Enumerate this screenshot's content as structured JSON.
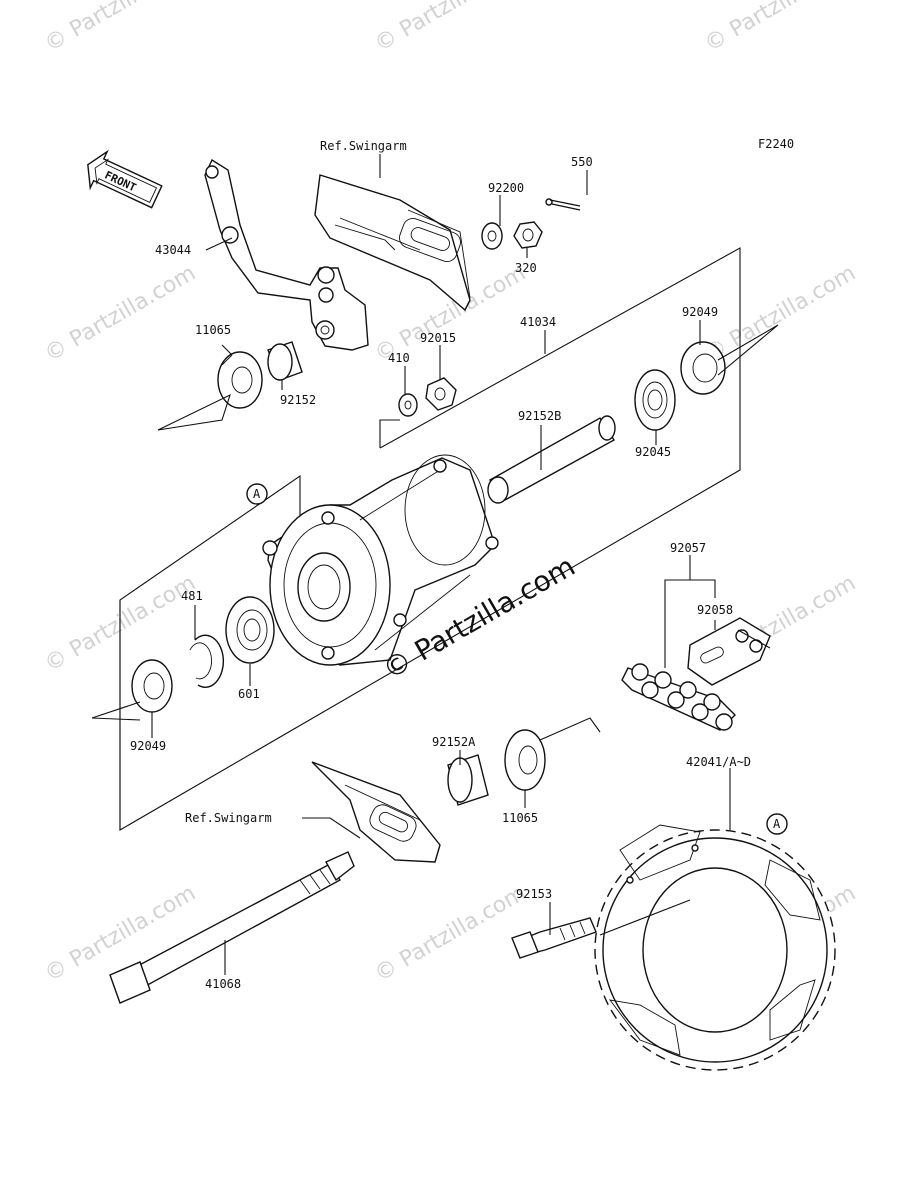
{
  "figure_code": "F2240",
  "front_label": "FRONT",
  "circle_marker": "A",
  "watermark_center": "© Partzilla.com",
  "watermark_small": "© Partzilla.com",
  "labels": {
    "ref_swingarm_top": "Ref.Swingarm",
    "ref_swingarm_bottom": "Ref.Swingarm",
    "p550": "550",
    "p92200": "92200",
    "p320": "320",
    "p43044": "43044",
    "p11065_top": "11065",
    "p92152": "92152",
    "p410": "410",
    "p92015": "92015",
    "p41034": "41034",
    "p92049_top": "92049",
    "p92152B": "92152B",
    "p92045": "92045",
    "p481": "481",
    "p601": "601",
    "p92049_bottom": "92049",
    "p92057": "92057",
    "p92058": "92058",
    "p92152A": "92152A",
    "p11065_bottom": "11065",
    "p42041": "42041/A~D",
    "p92153": "92153",
    "p41068": "41068"
  }
}
